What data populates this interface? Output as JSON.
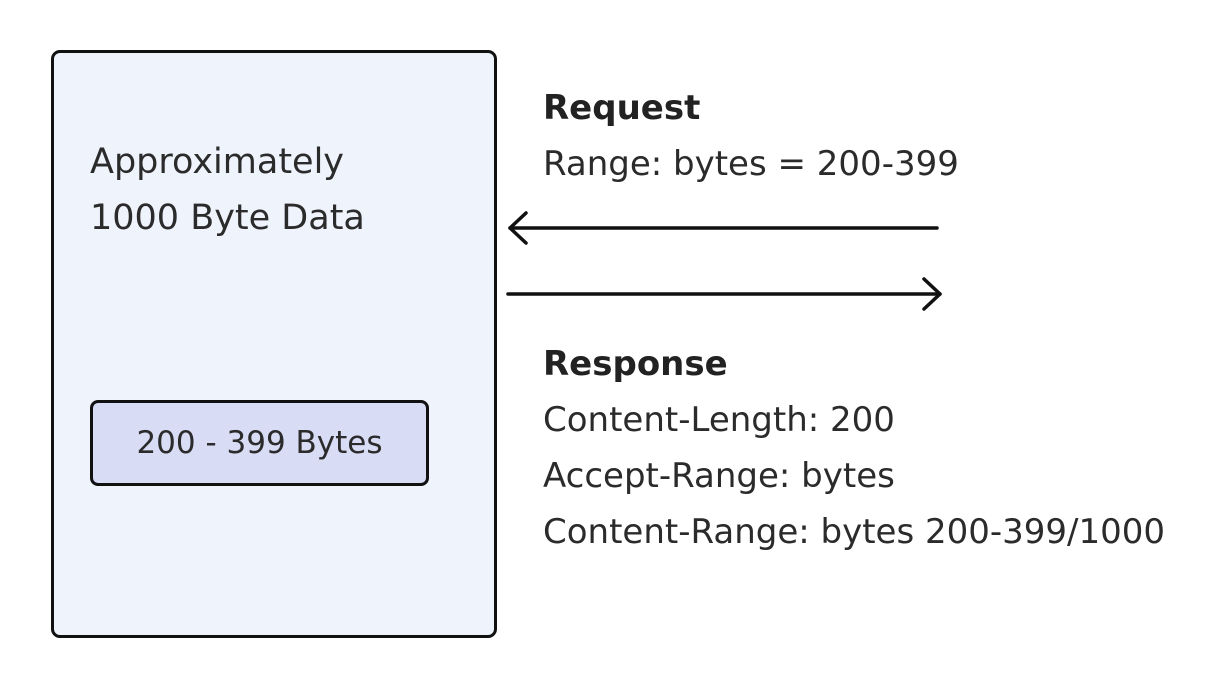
{
  "resource": {
    "label_line1": "Approximately",
    "label_line2": "1000 Byte Data",
    "range_label": "200 - 399 Bytes"
  },
  "request": {
    "heading": "Request",
    "lines": [
      "Range: bytes = 200-399"
    ]
  },
  "response": {
    "heading": "Response",
    "lines": [
      "Content-Length: 200",
      "Accept-Range: bytes",
      "Content-Range: bytes 200-399/1000"
    ]
  },
  "colors": {
    "resource_fill": "#eef3fc",
    "range_fill": "#d8dcf5",
    "stroke": "#111111",
    "text": "#2b2b2b"
  }
}
